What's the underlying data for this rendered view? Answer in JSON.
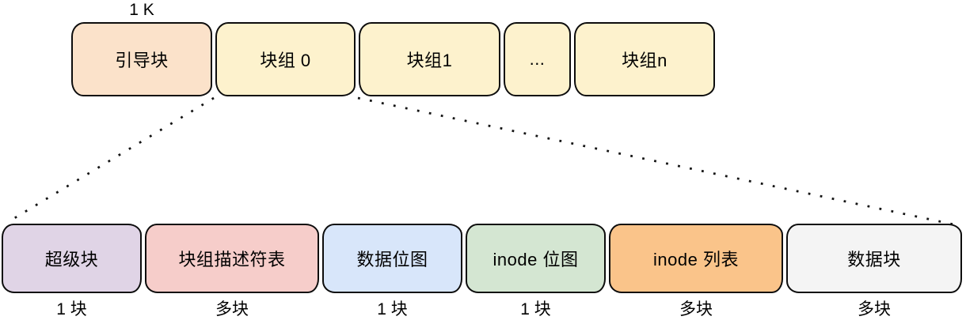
{
  "diagram": {
    "size_label": "1 K",
    "top_row": [
      {
        "label": "引导块",
        "fill": "#fbe2ca"
      },
      {
        "label": "块组 0",
        "fill": "#fdf2cd"
      },
      {
        "label": "块组1",
        "fill": "#fdf2cd"
      },
      {
        "label": "...",
        "fill": "#fdf2cd"
      },
      {
        "label": "块组n",
        "fill": "#fdf2cd"
      }
    ],
    "bottom_row": [
      {
        "label": "超级块",
        "count": "1 块",
        "fill": "#e0d4e6"
      },
      {
        "label": "块组描述符表",
        "count": "多块",
        "fill": "#f6cdca"
      },
      {
        "label": "数据位图",
        "count": "1 块",
        "fill": "#d8e6fa"
      },
      {
        "label": "inode 位图",
        "count": "1 块",
        "fill": "#d4e6d2"
      },
      {
        "label": "inode 列表",
        "count": "多块",
        "fill": "#fac48a"
      },
      {
        "label": "数据块",
        "count": "多块",
        "fill": "#f4f4f4"
      }
    ],
    "line_color": "#141414",
    "border_color": "#0d0d0d"
  }
}
